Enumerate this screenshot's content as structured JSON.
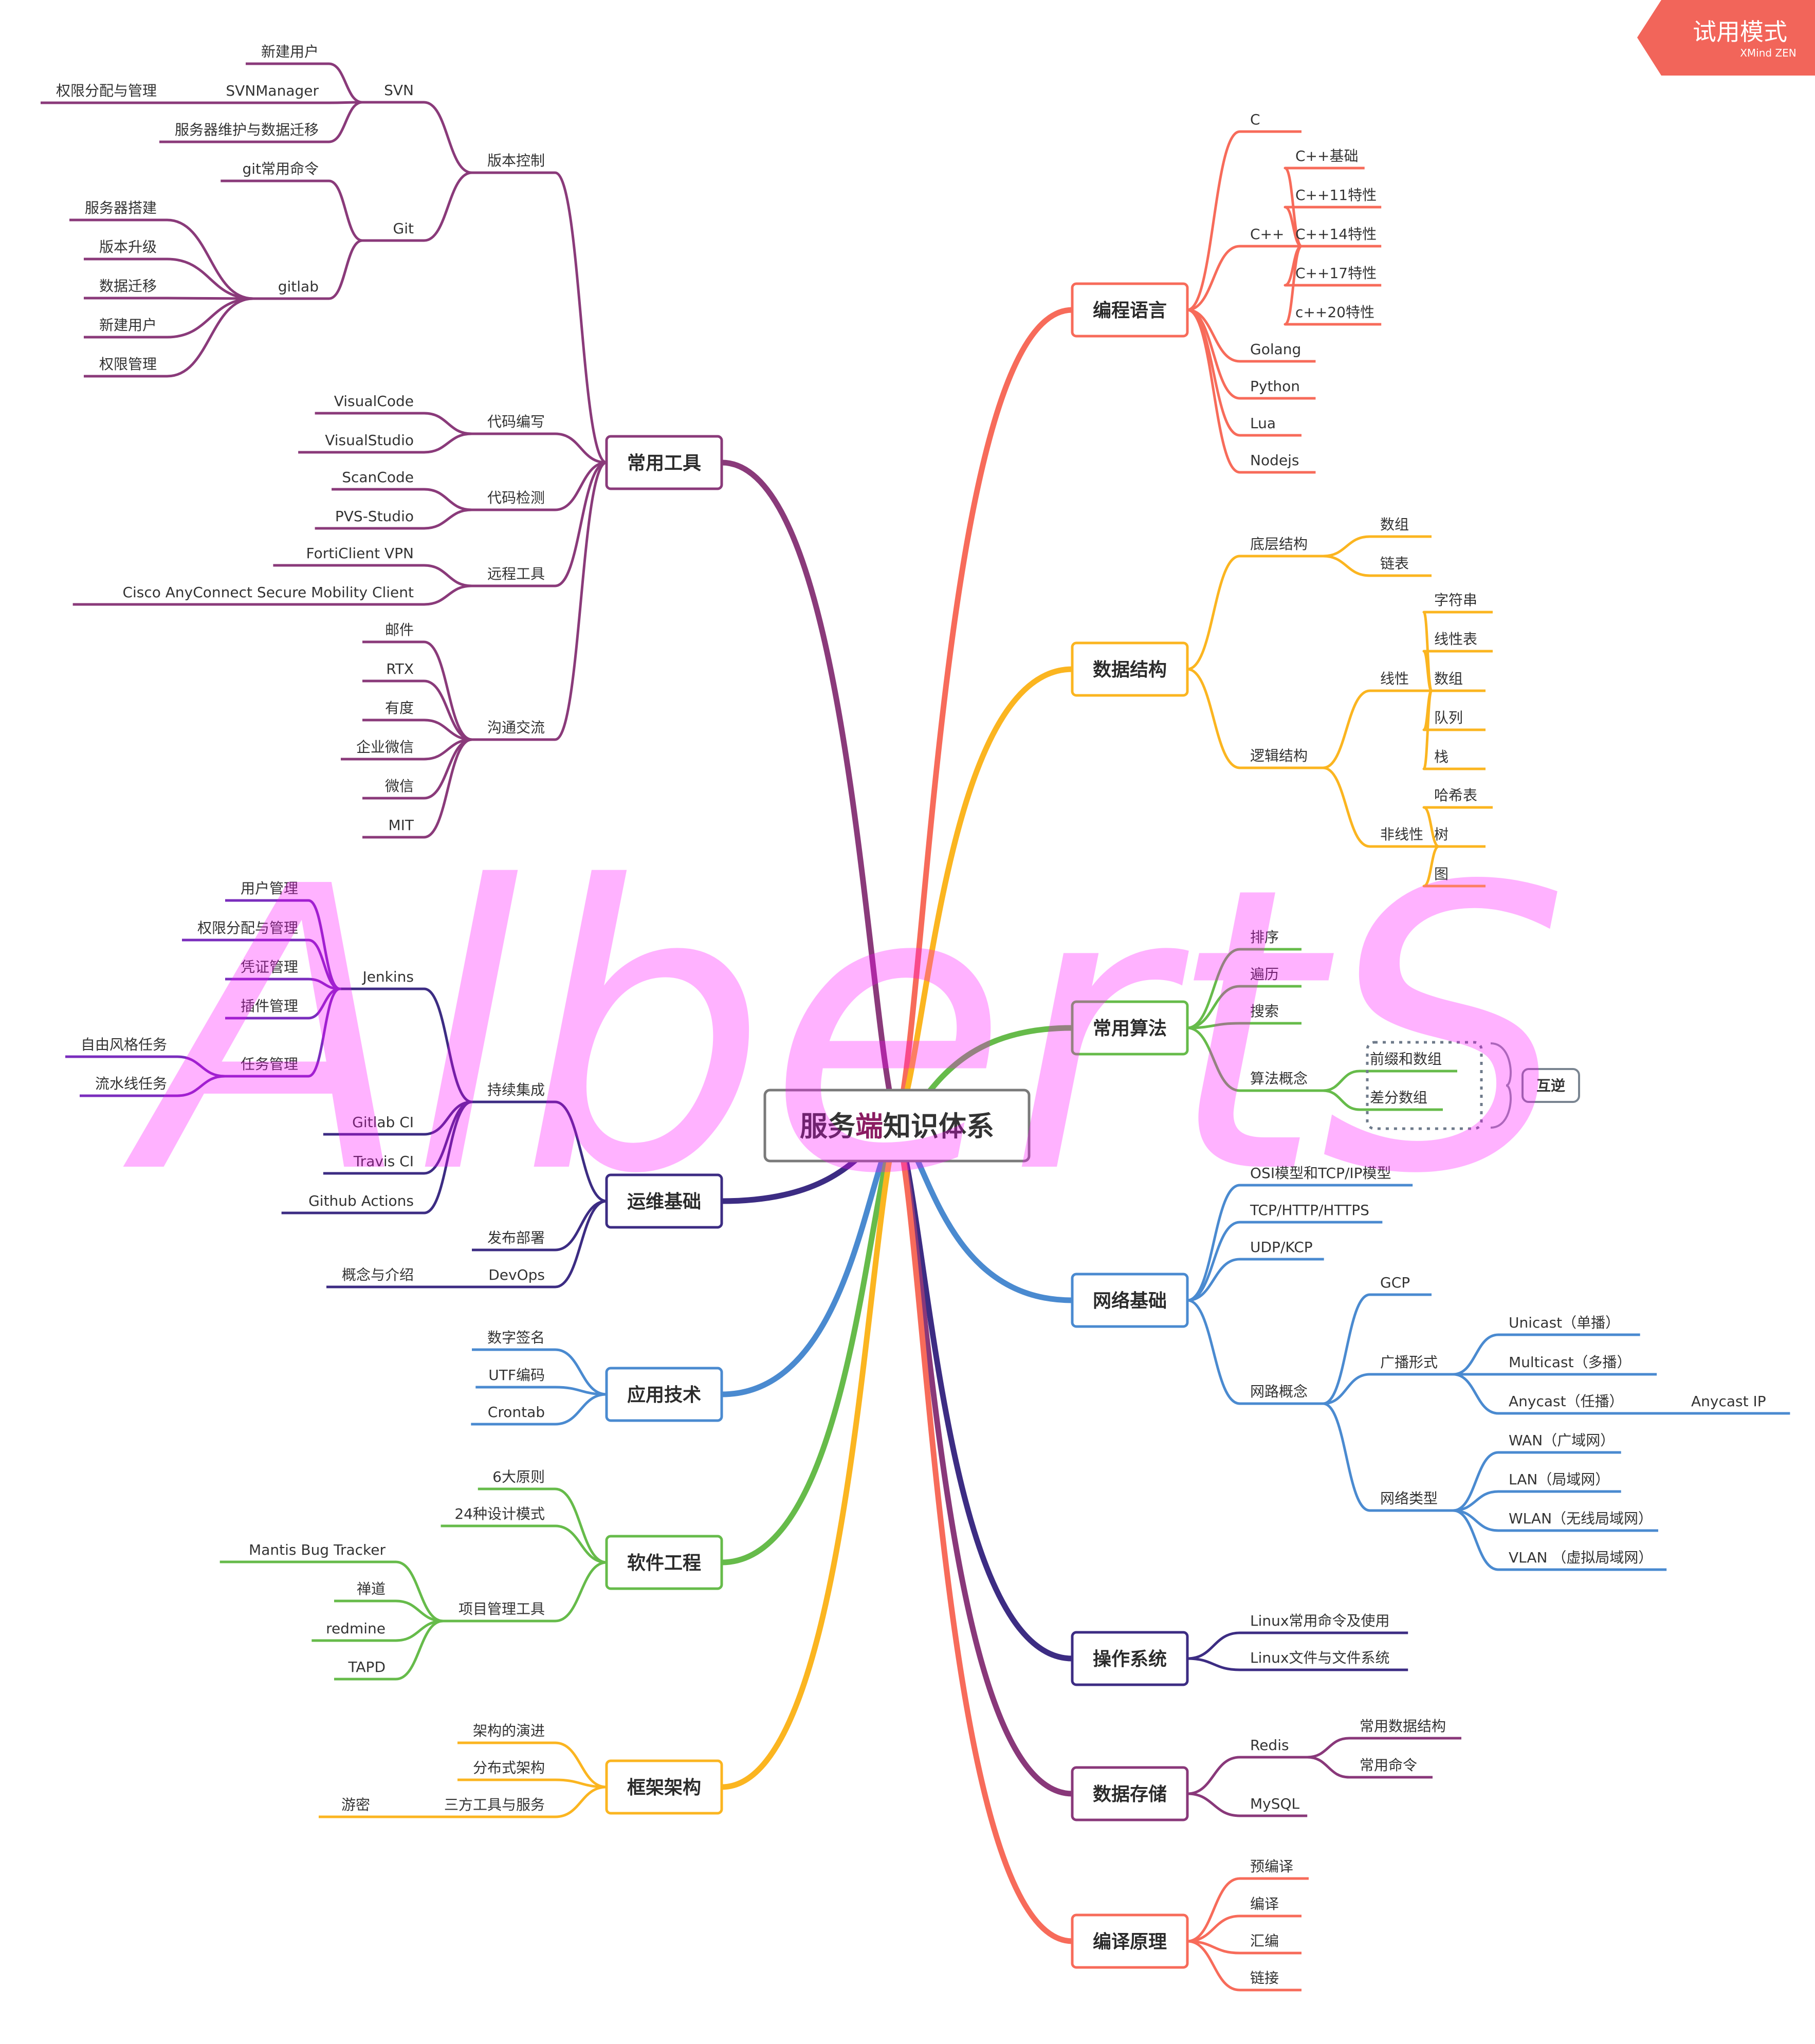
{
  "central": {
    "prefix": "服务",
    "accent": "端",
    "suffix": "知识体系"
  },
  "watermark": "AlbertS",
  "badge": {
    "title": "试用模式",
    "subtitle": "XMind ZEN"
  },
  "colors": {
    "lang": "#f76b5a",
    "ds": "#fbb520",
    "algo": "#66bb4a",
    "net": "#4a8ad0",
    "os": "#3c2c83",
    "storage": "#89387a",
    "compile": "#f76b5a",
    "tools": "#8a3a7a",
    "ops": "#3c2c83",
    "ops_ci": "#7a2dbd",
    "app": "#4a8ad0",
    "sw": "#66bb4a",
    "arch": "#fbb520",
    "badge": "#f2655a",
    "central_border": "#7a7a7a"
  },
  "summary_label": "互逆",
  "topics": [
    {
      "key": "lang",
      "label": "编程语言",
      "side": "right",
      "children": [
        {
          "label": "C"
        },
        {
          "label": "C++",
          "children": [
            {
              "label": "C++基础"
            },
            {
              "label": "C++11特性"
            },
            {
              "label": "C++14特性"
            },
            {
              "label": "C++17特性"
            },
            {
              "label": "c++20特性"
            }
          ]
        },
        {
          "label": "Golang"
        },
        {
          "label": "Python"
        },
        {
          "label": "Lua"
        },
        {
          "label": "Nodejs"
        }
      ]
    },
    {
      "key": "ds",
      "label": "数据结构",
      "side": "right",
      "children": [
        {
          "label": "底层结构",
          "children": [
            {
              "label": "数组"
            },
            {
              "label": "链表"
            }
          ]
        },
        {
          "label": "逻辑结构",
          "children": [
            {
              "label": "线性",
              "children": [
                {
                  "label": "字符串"
                },
                {
                  "label": "线性表"
                },
                {
                  "label": "数组"
                },
                {
                  "label": "队列"
                },
                {
                  "label": "栈"
                }
              ]
            },
            {
              "label": "非线性",
              "children": [
                {
                  "label": "哈希表"
                },
                {
                  "label": "树"
                },
                {
                  "label": "图"
                }
              ]
            }
          ]
        }
      ]
    },
    {
      "key": "algo",
      "label": "常用算法",
      "side": "right",
      "children": [
        {
          "label": "排序"
        },
        {
          "label": "遍历"
        },
        {
          "label": "搜索"
        },
        {
          "label": "算法概念",
          "children": [
            {
              "label": "前缀和数组"
            },
            {
              "label": "差分数组"
            }
          ]
        }
      ]
    },
    {
      "key": "net",
      "label": "网络基础",
      "side": "right",
      "children": [
        {
          "label": "OSI模型和TCP/IP模型"
        },
        {
          "label": "TCP/HTTP/HTTPS"
        },
        {
          "label": "UDP/KCP"
        },
        {
          "label": "网路概念",
          "children": [
            {
              "label": "GCP"
            },
            {
              "label": "广播形式",
              "children": [
                {
                  "label": "Unicast（单播）"
                },
                {
                  "label": "Multicast（多播）"
                },
                {
                  "label": "Anycast（任播）",
                  "children": [
                    {
                      "label": "Anycast IP"
                    }
                  ]
                }
              ]
            },
            {
              "label": "网络类型",
              "children": [
                {
                  "label": "WAN（广域网）"
                },
                {
                  "label": "LAN（局域网）"
                },
                {
                  "label": "WLAN（无线局域网）"
                },
                {
                  "label": "VLAN （虚拟局域网）"
                }
              ]
            }
          ]
        }
      ]
    },
    {
      "key": "os",
      "label": "操作系统",
      "side": "right",
      "children": [
        {
          "label": "Linux常用命令及使用"
        },
        {
          "label": "Linux文件与文件系统"
        }
      ]
    },
    {
      "key": "storage",
      "label": "数据存储",
      "side": "right",
      "children": [
        {
          "label": "Redis",
          "children": [
            {
              "label": "常用数据结构"
            },
            {
              "label": "常用命令"
            }
          ]
        },
        {
          "label": "MySQL"
        }
      ]
    },
    {
      "key": "compile",
      "label": "编译原理",
      "side": "right",
      "children": [
        {
          "label": "预编译"
        },
        {
          "label": "编译"
        },
        {
          "label": "汇编"
        },
        {
          "label": "链接"
        }
      ]
    },
    {
      "key": "tools",
      "label": "常用工具",
      "side": "left",
      "children": [
        {
          "label": "版本控制",
          "children": [
            {
              "label": "SVN",
              "children": [
                {
                  "label": "新建用户"
                },
                {
                  "label": "SVNManager",
                  "children": [
                    {
                      "label": "权限分配与管理"
                    }
                  ]
                },
                {
                  "label": "服务器维护与数据迁移"
                }
              ]
            },
            {
              "label": "Git",
              "children": [
                {
                  "label": "git常用命令"
                },
                {
                  "label": "gitlab",
                  "children": [
                    {
                      "label": "服务器搭建"
                    },
                    {
                      "label": "版本升级"
                    },
                    {
                      "label": "数据迁移"
                    },
                    {
                      "label": "新建用户"
                    },
                    {
                      "label": "权限管理"
                    }
                  ]
                }
              ]
            }
          ]
        },
        {
          "label": "代码编写",
          "children": [
            {
              "label": "VisualCode"
            },
            {
              "label": "VisualStudio"
            }
          ]
        },
        {
          "label": "代码检测",
          "children": [
            {
              "label": "ScanCode"
            },
            {
              "label": "PVS-Studio"
            }
          ]
        },
        {
          "label": "远程工具",
          "children": [
            {
              "label": "FortiClient VPN"
            },
            {
              "label": "Cisco AnyConnect Secure Mobility Client"
            }
          ]
        },
        {
          "label": "沟通交流",
          "children": [
            {
              "label": "邮件"
            },
            {
              "label": "RTX"
            },
            {
              "label": "有度"
            },
            {
              "label": "企业微信"
            },
            {
              "label": "微信"
            },
            {
              "label": "MIT"
            }
          ]
        }
      ]
    },
    {
      "key": "ops",
      "label": "运维基础",
      "side": "left",
      "children": [
        {
          "label": "持续集成",
          "children": [
            {
              "label": "Jenkins",
              "children": [
                {
                  "label": "用户管理"
                },
                {
                  "label": "权限分配与管理"
                },
                {
                  "label": "凭证管理"
                },
                {
                  "label": "插件管理"
                },
                {
                  "label": "任务管理",
                  "children": [
                    {
                      "label": "自由风格任务"
                    },
                    {
                      "label": "流水线任务"
                    }
                  ]
                }
              ]
            },
            {
              "label": "Gitlab CI"
            },
            {
              "label": "Travis CI"
            },
            {
              "label": "Github Actions"
            }
          ]
        },
        {
          "label": "发布部署"
        },
        {
          "label": "DevOps",
          "children": [
            {
              "label": "概念与介绍"
            }
          ]
        }
      ]
    },
    {
      "key": "app",
      "label": "应用技术",
      "side": "left",
      "children": [
        {
          "label": "数字签名"
        },
        {
          "label": "UTF编码"
        },
        {
          "label": "Crontab"
        }
      ]
    },
    {
      "key": "sw",
      "label": "软件工程",
      "side": "left",
      "children": [
        {
          "label": "6大原则"
        },
        {
          "label": "24种设计模式"
        },
        {
          "label": "项目管理工具",
          "children": [
            {
              "label": "Mantis Bug Tracker"
            },
            {
              "label": "禅道"
            },
            {
              "label": "redmine"
            },
            {
              "label": "TAPD"
            }
          ]
        }
      ]
    },
    {
      "key": "arch",
      "label": "框架架构",
      "side": "left",
      "children": [
        {
          "label": "架构的演进"
        },
        {
          "label": "分布式架构"
        },
        {
          "label": "三方工具与服务",
          "children": [
            {
              "label": "游密"
            }
          ]
        }
      ]
    }
  ]
}
